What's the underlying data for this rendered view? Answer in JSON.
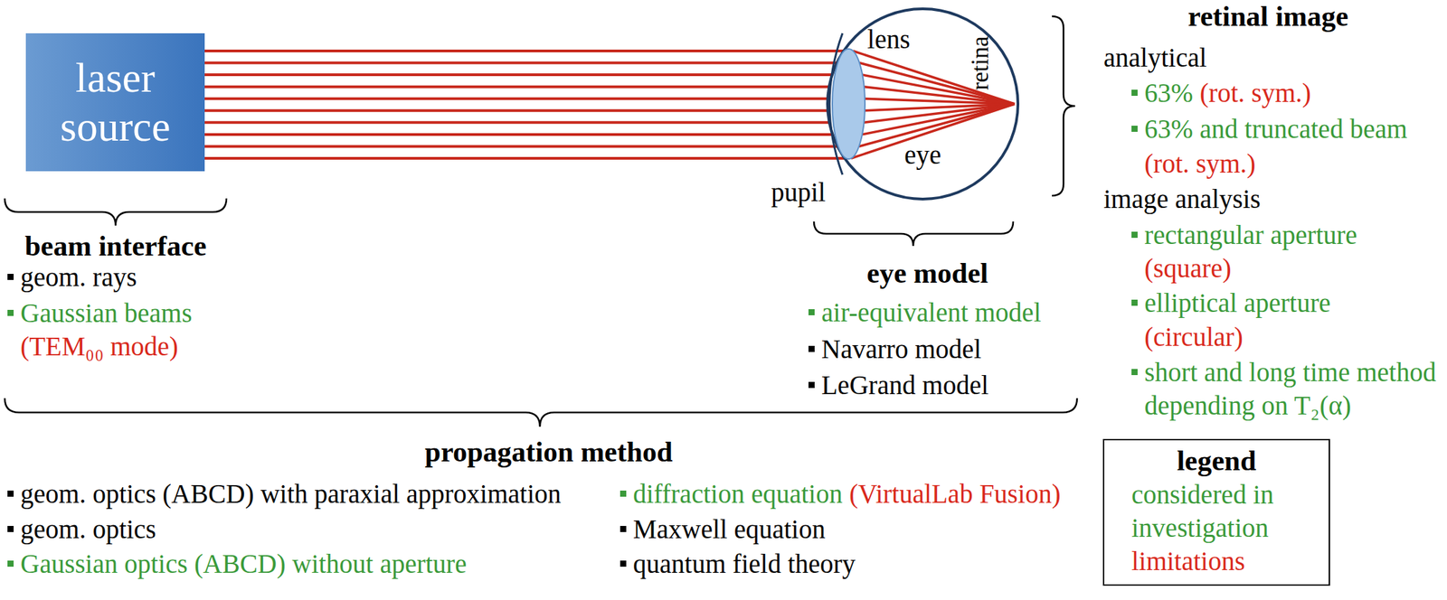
{
  "diagram": {
    "nodes": [
      {
        "text": [
          "laser source"
        ]
      },
      {
        "text": [
          "lens",
          "retina",
          "eye"
        ]
      }
    ],
    "edges": [
      {
        "from": 0,
        "to": 1,
        "arrow": "none"
      }
    ],
    "labels": [
      "retinal image",
      "analytical",
      "63%",
      "(rot. sym.)",
      "63% and truncated beam",
      "(rot. sym.)",
      "image analysis",
      "rectangular aperture",
      "(square)",
      "elliptical aperture",
      "(circular)",
      "short and long time method depending on T₂(α)",
      "legend",
      "beam interface",
      "geom. rays",
      "Gaussian beams",
      "(TEM₀₀ mode)",
      "pupil",
      "eye model",
      "air-equivalent model",
      "Navarro model",
      "LeGrand model",
      "propagation method",
      "geom. optics (ABCD) with paraxial approximation",
      "geom. optics",
      "Gaussian optics (ABCD) without aperture",
      "diffraction equation",
      "(VirtualLab Fusion)",
      "Maxwell equation",
      "quantum field theory"
    ],
    "legend": [
      {
        "text": "considered in investigation",
        "color": "#3a9a3a"
      },
      {
        "text": "limitations",
        "color": "#d9291c"
      }
    ]
  }
}
